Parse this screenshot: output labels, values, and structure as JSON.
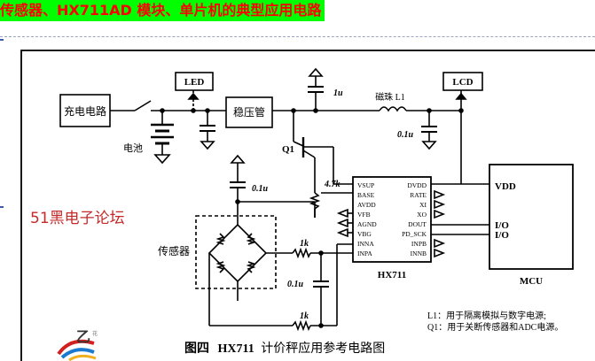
{
  "page": {
    "title": "传感器、HX711AD 模块、单片机的典型应用电路",
    "watermark": "51黑电子论坛",
    "logo_text": "乙",
    "logo_small": "花"
  },
  "diagram": {
    "blocks": {
      "charge": "充电电路",
      "battery": "电池",
      "led": "LED",
      "regulator": "稳压管",
      "lcd": "LCD",
      "hx711": "HX711",
      "mcu": "MCU",
      "sensor": "传感器"
    },
    "labels": {
      "cap_top": "1u",
      "bead": "磁珠 L1",
      "cap_mid": "0.1u",
      "q1": "Q1",
      "res_47k": "4.7k",
      "cap_sensor": "0.1u",
      "res_1k_a": "1k",
      "cap_bottom": "0.1u",
      "res_1k_b": "1k",
      "vdd": "VDD",
      "io1": "I/O",
      "io2": "I/O"
    },
    "hx711_pins_left": [
      "VSUP",
      "BASE",
      "AVDD",
      "VFB",
      "AGND",
      "VBG",
      "INNA",
      "INPA"
    ],
    "hx711_pins_right": [
      "DVDD",
      "RATE",
      "XI",
      "XO",
      "DOUT",
      "PD_SCK",
      "INPB",
      "INNB"
    ],
    "notes": [
      "L1：用于隔离模拟与数字电源;",
      "Q1：用于关断传感器和ADC电源。"
    ],
    "caption": {
      "fig": "图四",
      "name": "HX711",
      "text": "计价秤应用参考电路图"
    }
  }
}
